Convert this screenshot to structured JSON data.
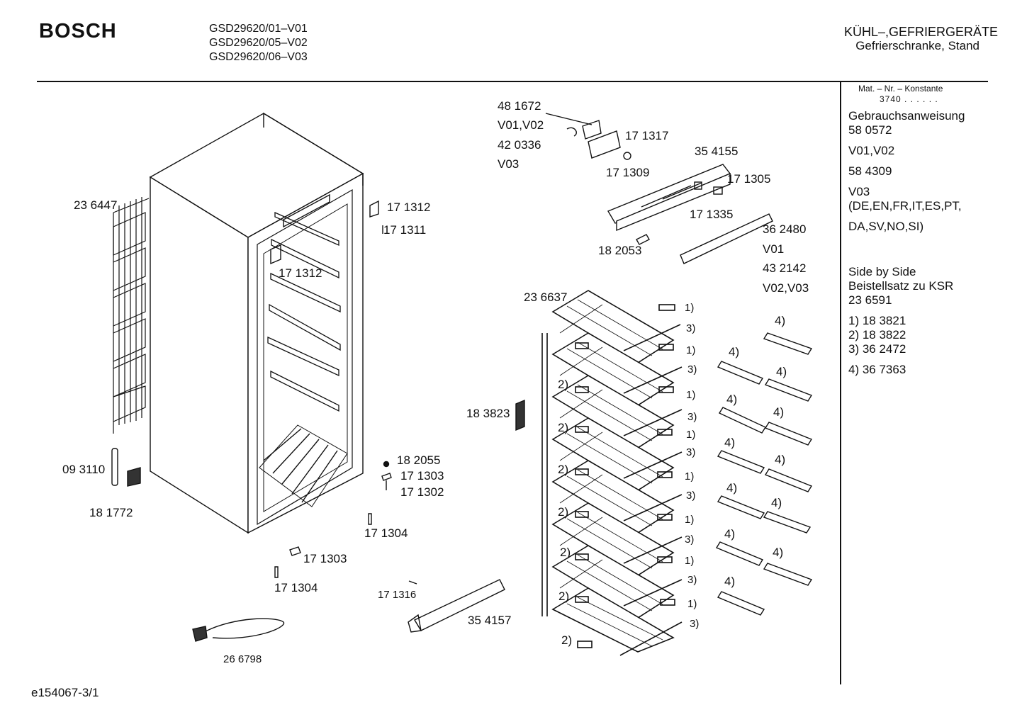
{
  "header": {
    "brand": "BOSCH",
    "models": [
      "GSD29620/01–V01",
      "GSD29620/05–V02",
      "GSD29620/06–V03"
    ],
    "category": "KÜHL–,GEFRIERGERÄTE",
    "subcategory": "Gefrierschranke, Stand"
  },
  "side_panel": {
    "mat_label": "Mat. – Nr. – Konstante",
    "mat_value": "3740 . . . . . .",
    "lines": [
      "Gebrauchsanweisung",
      "58 0572",
      "V01,V02",
      "58 4309",
      "V03",
      "(DE,EN,FR,IT,ES,PT,",
      "DA,SV,NO,SI)",
      "Side by Side",
      "Beistellsatz zu KSR",
      "23 6591",
      "1) 18 3821",
      "2) 18 3822",
      "3) 36 2472",
      "4) 36 7363"
    ]
  },
  "part_labels": [
    {
      "text": "48 1672"
    },
    {
      "text": "V01,V02"
    },
    {
      "text": "42 0336"
    },
    {
      "text": "V03"
    },
    {
      "text": "17 1317"
    },
    {
      "text": "17 1309"
    },
    {
      "text": "35 4155"
    },
    {
      "text": "17 1305"
    },
    {
      "text": "17 1335"
    },
    {
      "text": "36 2480"
    },
    {
      "text": "V01"
    },
    {
      "text": "43 2142"
    },
    {
      "text": "V02,V03"
    },
    {
      "text": "18 2053"
    },
    {
      "text": "23 6447"
    },
    {
      "text": "17 1312"
    },
    {
      "text": "17 1311"
    },
    {
      "text": "17 1312"
    },
    {
      "text": "23 6637"
    },
    {
      "text": "18 3823"
    },
    {
      "text": "18 2055"
    },
    {
      "text": "17 1303"
    },
    {
      "text": "17 1302"
    },
    {
      "text": "09 3110"
    },
    {
      "text": "18 1772"
    },
    {
      "text": "17 1304"
    },
    {
      "text": "17 1303"
    },
    {
      "text": "17 1304"
    },
    {
      "text": "17 1316"
    },
    {
      "text": "35 4157"
    },
    {
      "text": "26 6798"
    }
  ],
  "callouts": {
    "one": "1)",
    "two": "2)",
    "three": "3)",
    "four": "4)"
  },
  "footer": {
    "code": "e154067-3/1"
  }
}
